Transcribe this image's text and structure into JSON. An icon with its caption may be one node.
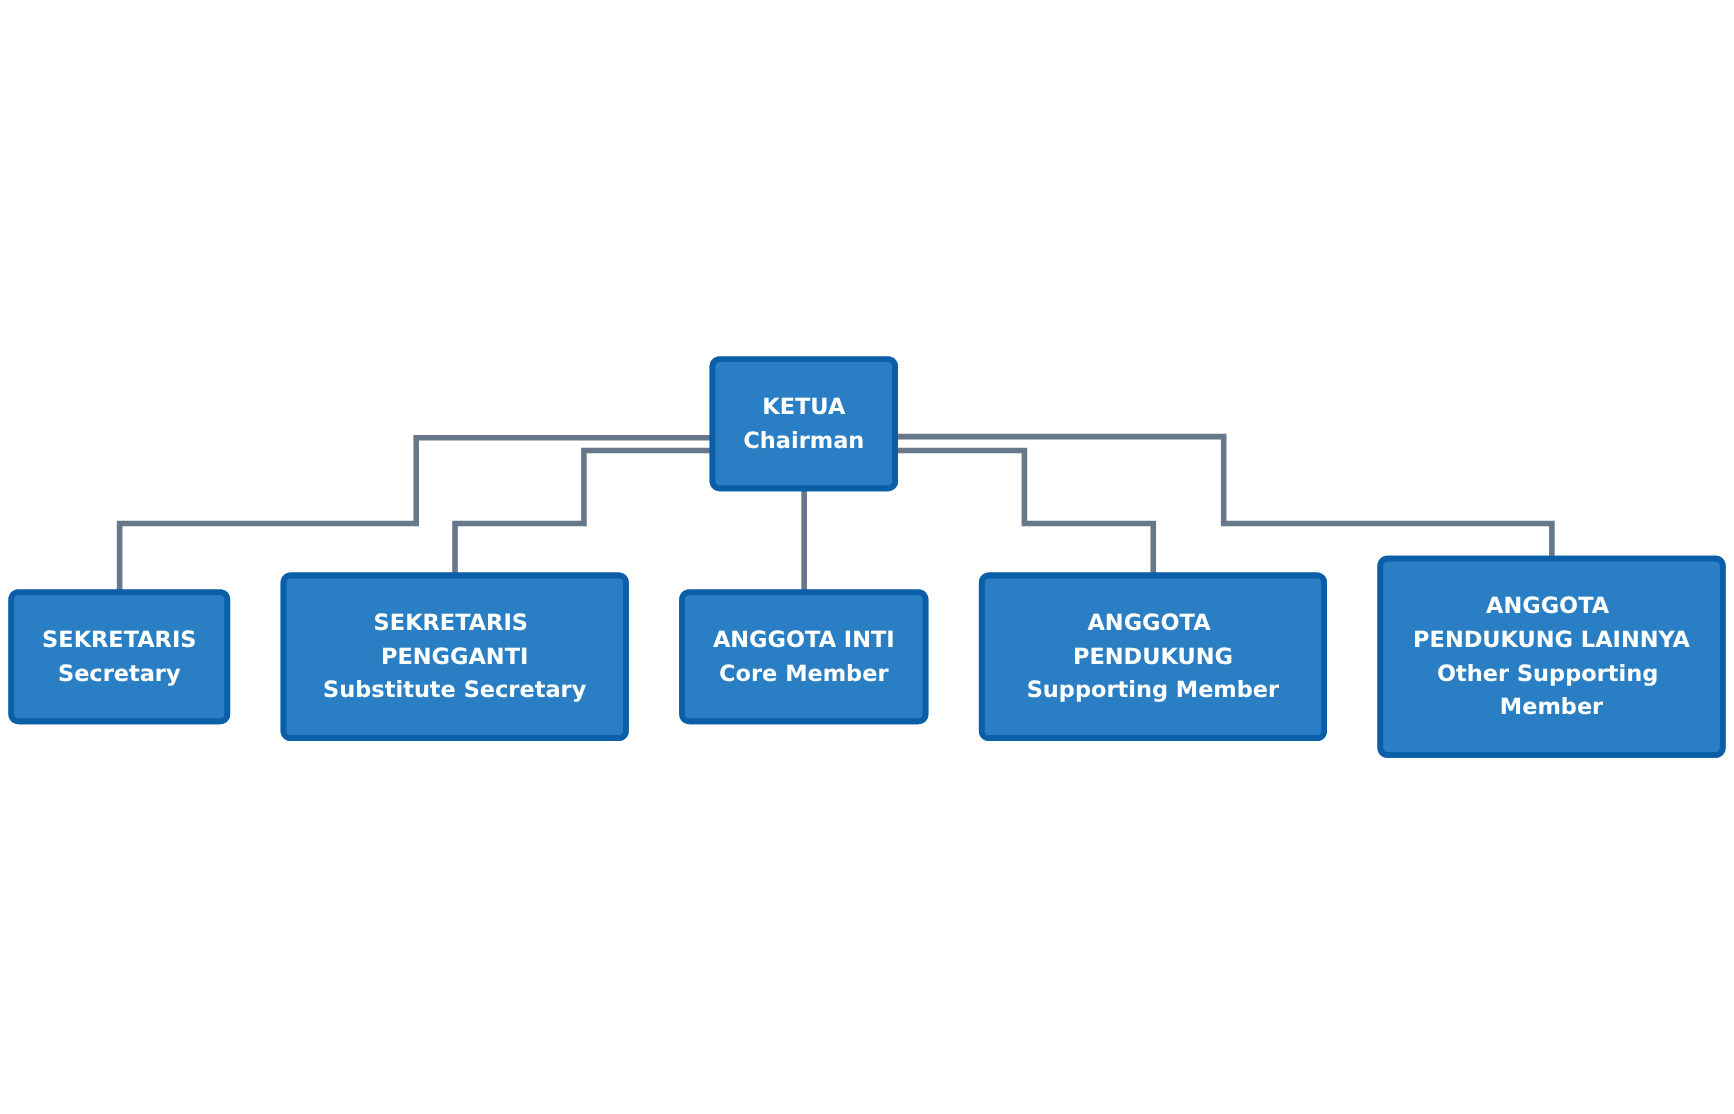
{
  "diagram": {
    "nodes": [
      {
        "text": [
          "KETUA",
          "Chairman"
        ]
      },
      {
        "text": [
          "SEKRETARIS",
          "Secretary"
        ]
      },
      {
        "text": [
          "SEKRETARIS PENGGANTI",
          "Substitute Secretary"
        ]
      },
      {
        "text": [
          "ANGGOTA INTI",
          "Core Member"
        ]
      },
      {
        "text": [
          "ANGGOTA PENDUKUNG",
          "Supporting Member"
        ]
      },
      {
        "text": [
          "ANGGOTA PENDUKUNG LAINNYA",
          "Other Supporting Member"
        ]
      }
    ],
    "edges": [
      {
        "from": 0,
        "to": 1,
        "arrow": "none"
      },
      {
        "from": 0,
        "to": 2,
        "arrow": "none"
      },
      {
        "from": 0,
        "to": 3,
        "arrow": "none"
      },
      {
        "from": 0,
        "to": 4,
        "arrow": "none"
      },
      {
        "from": 0,
        "to": 5,
        "arrow": "none"
      }
    ]
  }
}
